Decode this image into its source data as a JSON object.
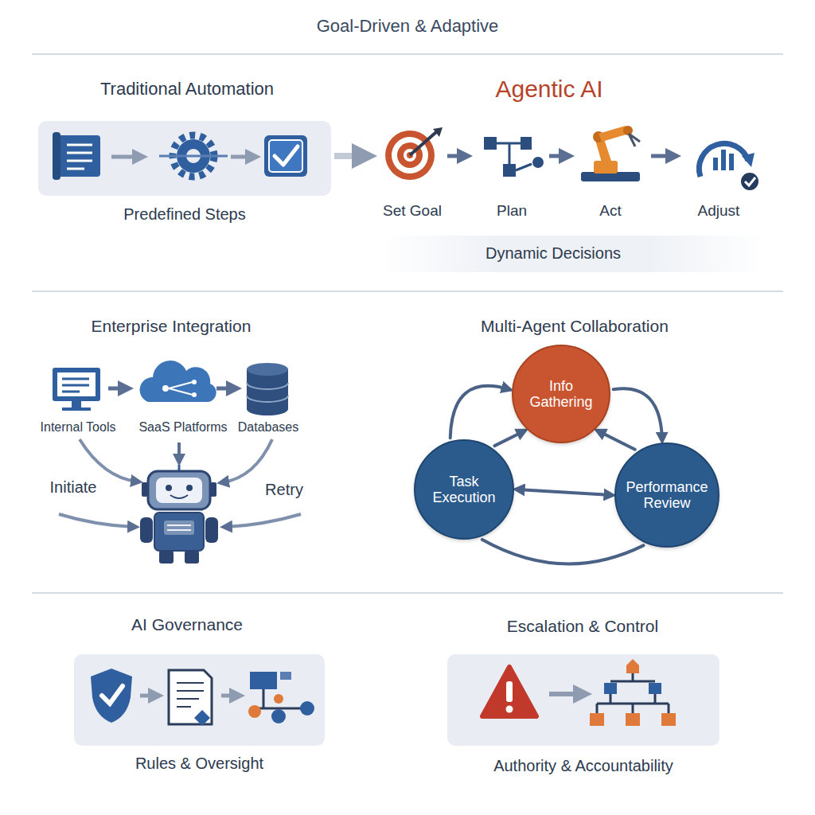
{
  "diagram": {
    "title": "Goal-Driven & Adaptive",
    "nodes": [
      {
        "text": [
          "Predefined Steps"
        ]
      },
      {
        "text": [
          "Info Gathering"
        ]
      },
      {
        "text": [
          "Task Execution"
        ]
      },
      {
        "text": [
          "Performance Review"
        ]
      },
      {
        "text": [
          "Rules & Oversight"
        ]
      },
      {
        "text": [
          "Authority & Accountability"
        ]
      }
    ],
    "edges": [
      {
        "from": 2,
        "to": 1,
        "arrow": "to"
      },
      {
        "from": 1,
        "to": 3,
        "arrow": "to"
      },
      {
        "from": 2,
        "to": 3,
        "arrow": "both"
      },
      {
        "from": 2,
        "to": 1,
        "arrow": "to"
      },
      {
        "from": 3,
        "to": 1,
        "arrow": "to"
      },
      {
        "from": 3,
        "to": 2,
        "arrow": "none"
      }
    ],
    "labels": [
      "Traditional Automation",
      "Agentic AI",
      "Set Goal",
      "Plan",
      "Act",
      "Adjust",
      "Dynamic Decisions",
      "Enterprise Integration",
      "Internal Tools",
      "SaaS Platforms",
      "Databases",
      "Initiate",
      "Retry",
      "Multi-Agent Collaboration",
      "AI Governance",
      "Escalation & Control"
    ]
  }
}
